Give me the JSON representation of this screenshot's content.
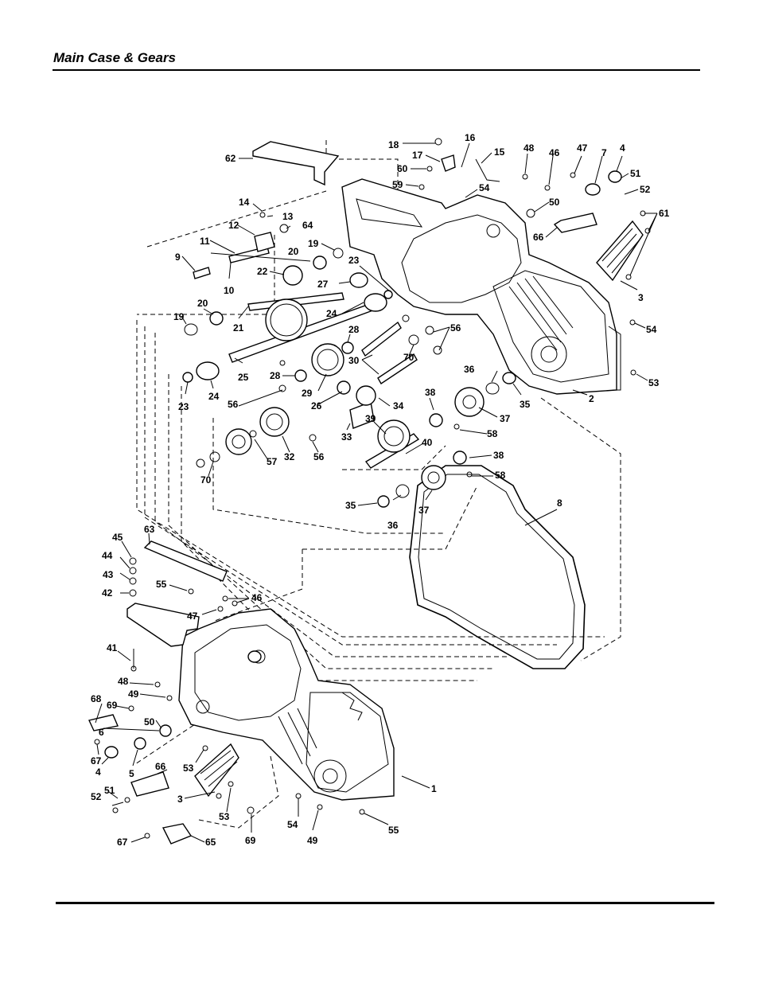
{
  "header": {
    "title": "Main Case & Gears"
  },
  "callouts": [
    {
      "id": "c18",
      "text": "18"
    },
    {
      "id": "c16",
      "text": "16"
    },
    {
      "id": "c17",
      "text": "17"
    },
    {
      "id": "c15",
      "text": "15"
    },
    {
      "id": "c48a",
      "text": "48"
    },
    {
      "id": "c46a",
      "text": "46"
    },
    {
      "id": "c47a",
      "text": "47"
    },
    {
      "id": "c7",
      "text": "7"
    },
    {
      "id": "c4a",
      "text": "4"
    },
    {
      "id": "c62",
      "text": "62"
    },
    {
      "id": "c60",
      "text": "60"
    },
    {
      "id": "c59",
      "text": "59"
    },
    {
      "id": "c54a",
      "text": "54"
    },
    {
      "id": "c51a",
      "text": "51"
    },
    {
      "id": "c52a",
      "text": "52"
    },
    {
      "id": "c50a",
      "text": "50"
    },
    {
      "id": "c14",
      "text": "14"
    },
    {
      "id": "c13",
      "text": "13"
    },
    {
      "id": "c12",
      "text": "12"
    },
    {
      "id": "c64",
      "text": "64"
    },
    {
      "id": "c61",
      "text": "61"
    },
    {
      "id": "c66a",
      "text": "66"
    },
    {
      "id": "c11",
      "text": "11"
    },
    {
      "id": "c19a",
      "text": "19"
    },
    {
      "id": "c20a",
      "text": "20"
    },
    {
      "id": "c9",
      "text": "9"
    },
    {
      "id": "c23a",
      "text": "23"
    },
    {
      "id": "c22",
      "text": "22"
    },
    {
      "id": "c10",
      "text": "10"
    },
    {
      "id": "c27",
      "text": "27"
    },
    {
      "id": "c3a",
      "text": "3"
    },
    {
      "id": "c20b",
      "text": "20"
    },
    {
      "id": "c19b",
      "text": "19"
    },
    {
      "id": "c21",
      "text": "21"
    },
    {
      "id": "c24a",
      "text": "24"
    },
    {
      "id": "c54b",
      "text": "54"
    },
    {
      "id": "c56a",
      "text": "56"
    },
    {
      "id": "c28a",
      "text": "28"
    },
    {
      "id": "c30",
      "text": "30"
    },
    {
      "id": "c70a",
      "text": "70"
    },
    {
      "id": "c25",
      "text": "25"
    },
    {
      "id": "c36a",
      "text": "36"
    },
    {
      "id": "c53a",
      "text": "53"
    },
    {
      "id": "c28b",
      "text": "28"
    },
    {
      "id": "c29",
      "text": "29"
    },
    {
      "id": "c23b",
      "text": "23"
    },
    {
      "id": "c24b",
      "text": "24"
    },
    {
      "id": "c2",
      "text": "2"
    },
    {
      "id": "c38a",
      "text": "38"
    },
    {
      "id": "c35a",
      "text": "35"
    },
    {
      "id": "c56b",
      "text": "56"
    },
    {
      "id": "c26",
      "text": "26"
    },
    {
      "id": "c34",
      "text": "34"
    },
    {
      "id": "c37a",
      "text": "37"
    },
    {
      "id": "c39",
      "text": "39"
    },
    {
      "id": "c58a",
      "text": "58"
    },
    {
      "id": "c33",
      "text": "33"
    },
    {
      "id": "c40",
      "text": "40"
    },
    {
      "id": "c70b",
      "text": "70"
    },
    {
      "id": "c57",
      "text": "57"
    },
    {
      "id": "c32",
      "text": "32"
    },
    {
      "id": "c56c",
      "text": "56"
    },
    {
      "id": "c38b",
      "text": "38"
    },
    {
      "id": "c58b",
      "text": "58"
    },
    {
      "id": "c35b",
      "text": "35"
    },
    {
      "id": "c37b",
      "text": "37"
    },
    {
      "id": "c36b",
      "text": "36"
    },
    {
      "id": "c8",
      "text": "8"
    },
    {
      "id": "c63",
      "text": "63"
    },
    {
      "id": "c45",
      "text": "45"
    },
    {
      "id": "c44",
      "text": "44"
    },
    {
      "id": "c43",
      "text": "43"
    },
    {
      "id": "c55a",
      "text": "55"
    },
    {
      "id": "c42",
      "text": "42"
    },
    {
      "id": "c46b",
      "text": "46"
    },
    {
      "id": "c47b",
      "text": "47"
    },
    {
      "id": "c41",
      "text": "41"
    },
    {
      "id": "c48b",
      "text": "48"
    },
    {
      "id": "c49a",
      "text": "49"
    },
    {
      "id": "c68",
      "text": "68"
    },
    {
      "id": "c69a",
      "text": "69"
    },
    {
      "id": "c50b",
      "text": "50"
    },
    {
      "id": "c6",
      "text": "6"
    },
    {
      "id": "c67a",
      "text": "67"
    },
    {
      "id": "c4b",
      "text": "4"
    },
    {
      "id": "c5",
      "text": "5"
    },
    {
      "id": "c66b",
      "text": "66"
    },
    {
      "id": "c53b",
      "text": "53"
    },
    {
      "id": "c1",
      "text": "1"
    },
    {
      "id": "c51b",
      "text": "51"
    },
    {
      "id": "c52b",
      "text": "52"
    },
    {
      "id": "c3b",
      "text": "3"
    },
    {
      "id": "c53c",
      "text": "53"
    },
    {
      "id": "c54c",
      "text": "54"
    },
    {
      "id": "c55b",
      "text": "55"
    },
    {
      "id": "c49b",
      "text": "49"
    },
    {
      "id": "c67b",
      "text": "67"
    },
    {
      "id": "c65",
      "text": "65"
    },
    {
      "id": "c69b",
      "text": "69"
    }
  ]
}
